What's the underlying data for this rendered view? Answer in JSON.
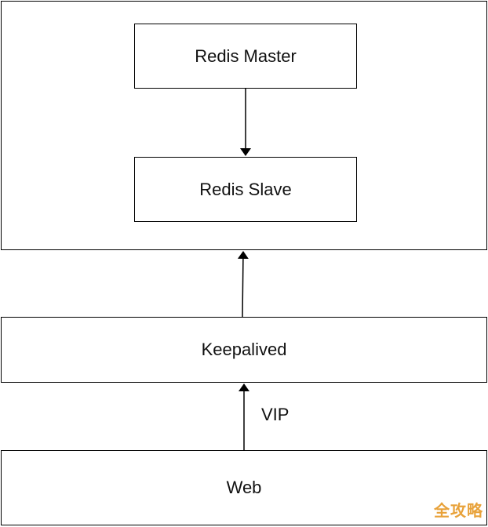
{
  "nodes": {
    "master": "Redis Master",
    "slave": "Redis Slave",
    "keepalived": "Keepalived",
    "web": "Web"
  },
  "edge_labels": {
    "vip": "VIP"
  },
  "watermark": "全攻略",
  "colors": {
    "stroke": "#000000",
    "text": "#111111",
    "watermark": "#e8a23a"
  }
}
